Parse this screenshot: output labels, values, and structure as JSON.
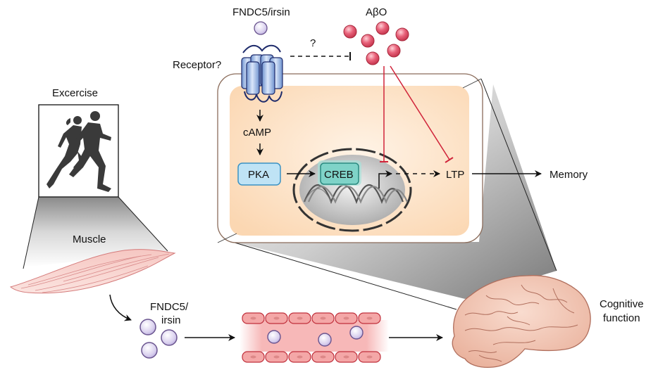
{
  "diagram": {
    "labels": {
      "fndc5_top": "FNDC5/irsin",
      "abo": "AβO",
      "question": "?",
      "receptor": "Receptor?",
      "camp": "cAMP",
      "pka": "PKA",
      "creb": "CREB",
      "ltp": "LTP",
      "memory": "Memory",
      "exercise": "Excercise",
      "muscle": "Muscle",
      "fndc5_bottom_1": "FNDC5/",
      "fndc5_bottom_2": "irsin",
      "cognitive_1": "Cognitive",
      "cognitive_2": "function"
    },
    "colors": {
      "irisin_fill": "#d9d0ee",
      "irisin_stroke": "#6a558f",
      "abo_fill": "#e0566b",
      "abo_stroke": "#a8283c",
      "receptor_fill": "#8fb0e0",
      "receptor_stroke": "#1e2b6b",
      "cell_fill": "#fbdcbc",
      "cell_outline": "#8a6b5a",
      "pka_fill": "#bfe3f5",
      "pka_stroke": "#3a92c4",
      "creb_fill": "#7fd3c8",
      "creb_stroke": "#2a8a80",
      "inhibit_line": "#d0243a",
      "vessel_fill": "#f4a7a7",
      "vessel_stroke": "#c0303c",
      "brain_fill": "#f3c7b5",
      "brain_stroke": "#b06e5c"
    }
  }
}
